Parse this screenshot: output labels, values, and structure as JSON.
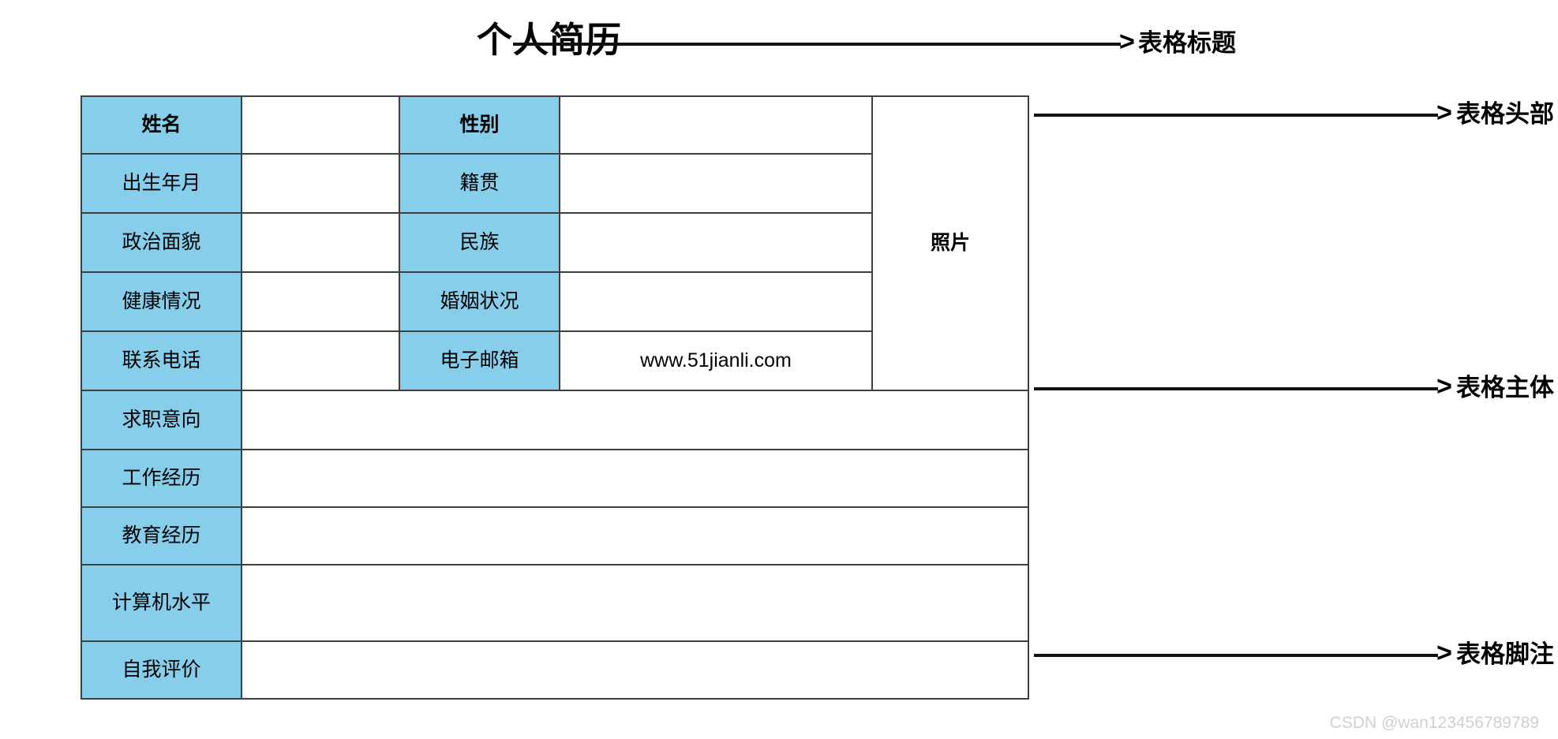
{
  "document": {
    "title": "个人简历",
    "watermark": "CSDN @wan123456789789"
  },
  "annotations": {
    "arrow_glyph": ">",
    "items": [
      {
        "id": "title",
        "label": "表格标题"
      },
      {
        "id": "header",
        "label": "表格头部"
      },
      {
        "id": "body",
        "label": "表格主体"
      },
      {
        "id": "footer",
        "label": "表格脚注"
      }
    ]
  },
  "colors": {
    "label_cell_fill": "#87CEEB",
    "border": "#3f3f3f",
    "watermark": "#d0d0d0"
  },
  "table": {
    "photo_label": "照片",
    "website": "www.51jianli.com",
    "rows": [
      {
        "label_a": "姓名",
        "value_a": "",
        "label_b": "性别",
        "value_b": ""
      },
      {
        "label_a": "出生年月",
        "value_a": "",
        "label_b": "籍贯",
        "value_b": ""
      },
      {
        "label_a": "政治面貌",
        "value_a": "",
        "label_b": "民族",
        "value_b": ""
      },
      {
        "label_a": "健康情况",
        "value_a": "",
        "label_b": "婚姻状况",
        "value_b": ""
      },
      {
        "label_a": "联系电话",
        "value_a": "",
        "label_b": "电子邮箱",
        "value_b": ""
      }
    ],
    "full_rows": [
      {
        "label": "求职意向",
        "value": ""
      },
      {
        "label": "工作经历",
        "value": ""
      },
      {
        "label": "教育经历",
        "value": ""
      },
      {
        "label": "计算机水平",
        "value": ""
      },
      {
        "label": "自我评价",
        "value": ""
      }
    ]
  }
}
